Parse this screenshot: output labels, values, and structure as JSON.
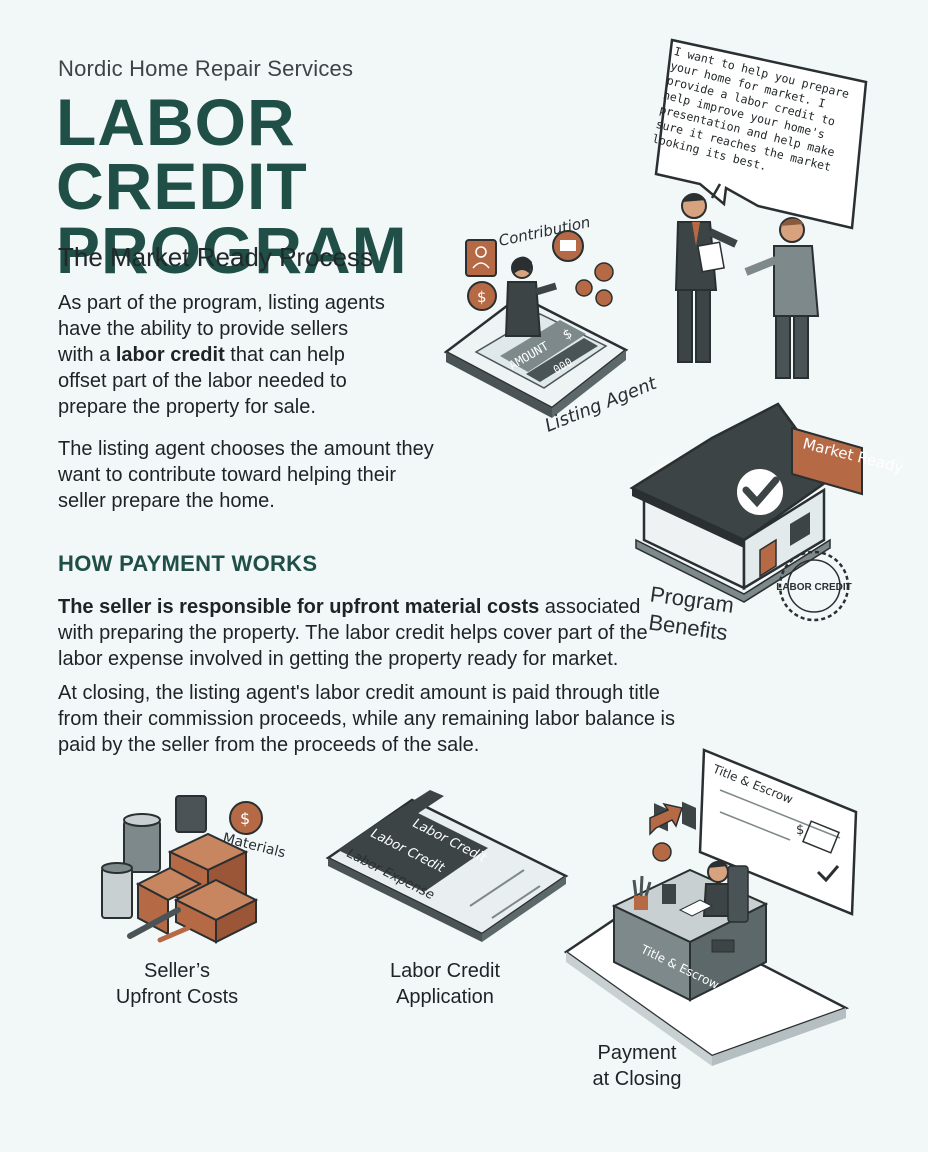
{
  "header": {
    "brand": "Nordic Home Repair Services",
    "title": "LABOR CREDIT PROGRAM",
    "subtitle": "The Market Ready Process"
  },
  "intro": {
    "p1_before": "As part of the program, listing agents have the ability to provide sellers with a ",
    "p1_bold": "labor credit",
    "p1_after": " that can help offset part of the labor needed to prepare the property for sale.",
    "p2": "The listing agent chooses the amount they want to contribute toward helping their seller prepare the home."
  },
  "payment": {
    "heading": "HOW PAYMENT WORKS",
    "p3_bold": "The seller is responsible for upfront material costs",
    "p3_after": " associated with preparing the property. The labor credit helps cover part of the labor expense involved in getting the property ready for market.",
    "p4": "At closing, the listing agent's labor credit amount is paid through title from their commission proceeds, while any remaining labor balance is paid by the seller from the proceeds of the sale."
  },
  "illustrations": {
    "speech_bubble": "I want to help you prepare your home for market. I provide a labor credit to help improve your home's presentation and help make sure it reaches the market looking its best.",
    "contribution_label": "Contribution",
    "listing_agent_label": "Listing Agent",
    "tablet_amount": "AMOUNT",
    "tablet_dollar": "$",
    "tablet_value": "000",
    "market_ready_sign": "Market Ready",
    "labor_credit_stamp": "LABOR CREDIT",
    "program_benefits": "Program Benefits",
    "materials_label": "Materials",
    "card_line1": "Labor Credit",
    "card_line2": "Labor Credit",
    "card_line3": "Labor Expense",
    "title_escrow_check": "Title & Escrow",
    "title_escrow_desk": "Title & Escrow",
    "check_dollar": "$"
  },
  "captions": {
    "upfront_1": "Seller’s",
    "upfront_2": "Upfront Costs",
    "application_1": "Labor Credit",
    "application_2": "Application",
    "closing_1": "Payment",
    "closing_2": "at Closing"
  },
  "colors": {
    "background": "#f2f7f8",
    "accent": "#1f4f46",
    "copper": "#b56a45",
    "slate": "#4a5456"
  }
}
